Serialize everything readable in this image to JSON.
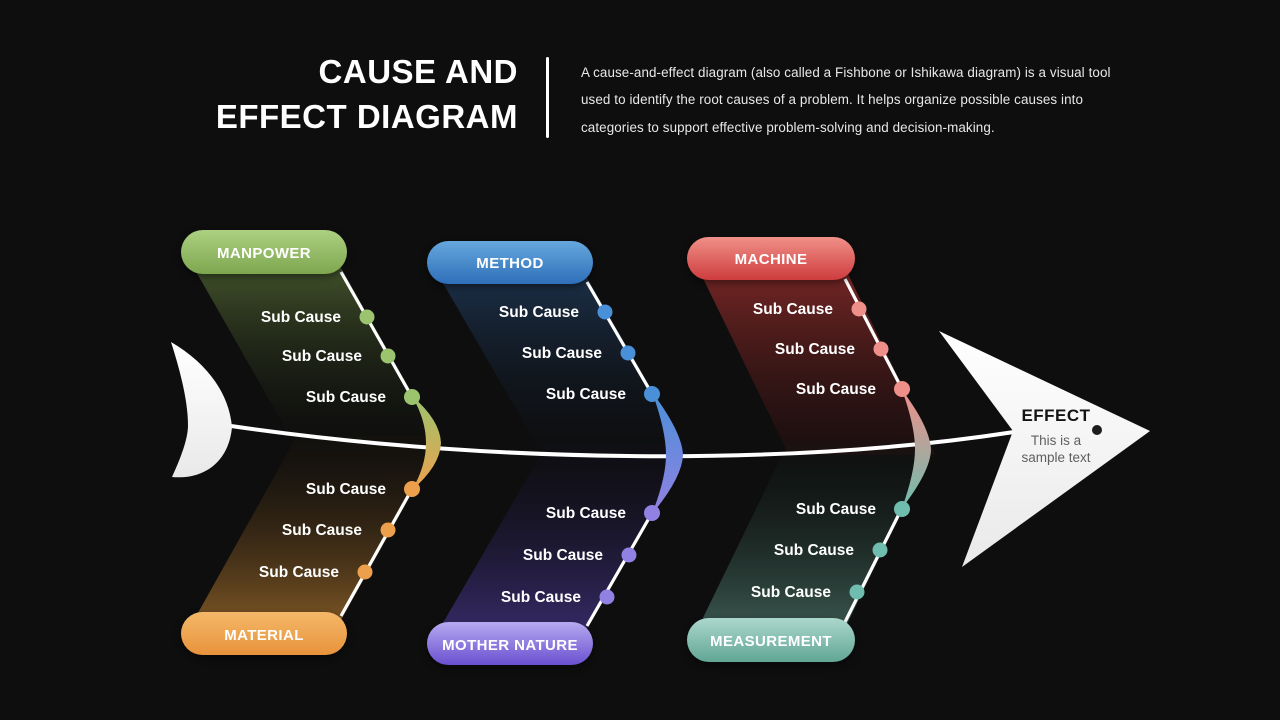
{
  "header": {
    "title_line1": "CAUSE AND",
    "title_line2": "EFFECT DIAGRAM",
    "description": "A cause-and-effect diagram (also called a Fishbone or Ishikawa diagram) is a visual tool used to identify the root causes of a problem. It helps organize possible causes into categories to support effective problem-solving and decision-making."
  },
  "diagram": {
    "effect": {
      "label": "EFFECT",
      "note_line1": "This is a",
      "note_line2": "sample text"
    },
    "sections": [
      {
        "label": "MANPOWER",
        "position": "top-left",
        "color": "#8fba5e",
        "subs": [
          "Sub Cause",
          "Sub Cause",
          "Sub Cause"
        ]
      },
      {
        "label": "METHOD",
        "position": "top-center",
        "color": "#3f86cc",
        "subs": [
          "Sub Cause",
          "Sub Cause",
          "Sub Cause"
        ]
      },
      {
        "label": "MACHINE",
        "position": "top-right",
        "color": "#d9474a",
        "subs": [
          "Sub Cause",
          "Sub Cause",
          "Sub Cause"
        ]
      },
      {
        "label": "MATERIAL",
        "position": "bottom-left",
        "color": "#eda04c",
        "subs": [
          "Sub Cause",
          "Sub Cause",
          "Sub Cause"
        ]
      },
      {
        "label": "MOTHER NATURE",
        "position": "bottom-center",
        "color": "#7a5fd6",
        "subs": [
          "Sub Cause",
          "Sub Cause",
          "Sub Cause"
        ]
      },
      {
        "label": "MEASUREMENT",
        "position": "bottom-right",
        "color": "#6fbdae",
        "subs": [
          "Sub Cause",
          "Sub Cause",
          "Sub Cause"
        ]
      }
    ],
    "colors": {
      "background": "#0e0e0e",
      "spine": "#ffffff",
      "head_fill": "#ffffff",
      "effect_text": "#141414",
      "note_text": "#5f5f5f"
    }
  }
}
